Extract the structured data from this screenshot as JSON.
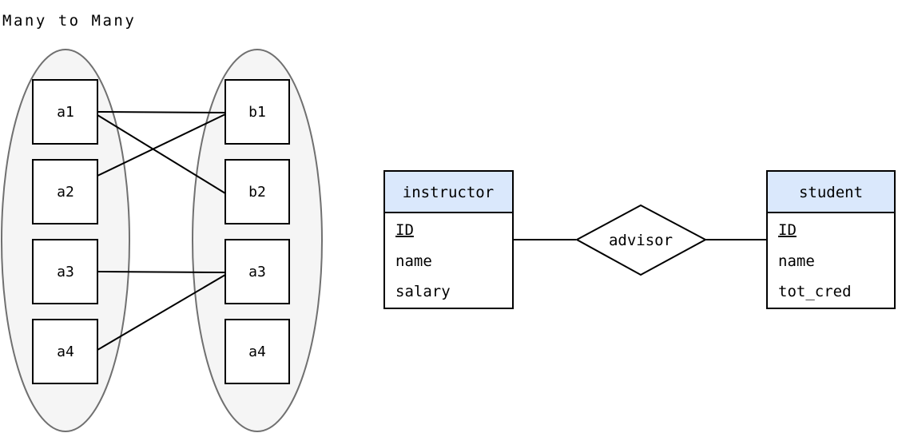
{
  "title": "Many to Many",
  "colors": {
    "background": "#ffffff",
    "ellipse_fill": "#f5f5f5",
    "ellipse_stroke": "#707070",
    "box_fill": "#ffffff",
    "box_stroke": "#000000",
    "connector": "#000000",
    "entity_header_fill": "#dae8fc",
    "entity_body_fill": "#ffffff",
    "entity_stroke": "#000000",
    "text": "#000000"
  },
  "mapping_diagram": {
    "cardinality_label": "Many to Many",
    "left_set": {
      "items": [
        "a1",
        "a2",
        "a3",
        "a4"
      ]
    },
    "right_set": {
      "items": [
        "b1",
        "b2",
        "a3",
        "a4"
      ]
    },
    "connections": [
      {
        "from": "a1",
        "to": "b1"
      },
      {
        "from": "a1",
        "to": "b2"
      },
      {
        "from": "a2",
        "to": "b1"
      },
      {
        "from": "a3",
        "to": "a3"
      },
      {
        "from": "a4",
        "to": "a3"
      }
    ]
  },
  "er_diagram": {
    "entities": [
      {
        "name": "instructor",
        "key_attribute": "ID",
        "attributes": [
          "ID",
          "name",
          "salary"
        ]
      },
      {
        "name": "student",
        "key_attribute": "ID",
        "attributes": [
          "ID",
          "name",
          "tot_cred"
        ]
      }
    ],
    "relationship": {
      "name": "advisor"
    }
  }
}
